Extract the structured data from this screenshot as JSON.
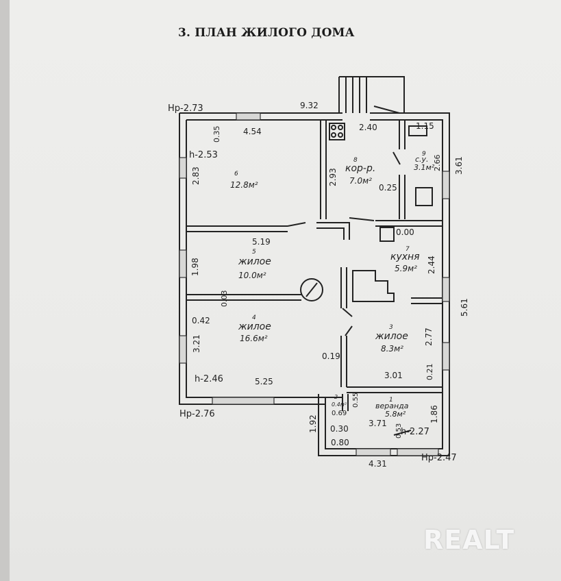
{
  "title": "3. ПЛАН ЖИЛОГО ДОМА",
  "watermark": "REALT",
  "levels": {
    "top_left": "Нр-2.73",
    "bottom_left": "Нр-2.76",
    "bottom_right": "Нр-2.47"
  },
  "heights": {
    "room6": "h-2.53",
    "room4": "h-2.46",
    "veranda": "h-2.27"
  },
  "dimensions": {
    "top_total": "9.32",
    "room6_width": "4.54",
    "room6_wall": "0.35",
    "room6_height": "2.83",
    "corridor_width": "2.40",
    "corridor_height": "2.93",
    "corridor_partition": "0.25",
    "wc_width": "1.15",
    "wc_height": "2.66",
    "right_upper": "3.61",
    "kitchen_door": "0.00",
    "room5_width": "5.19",
    "room5_height": "1.98",
    "wall_003": "0.03",
    "kitchen_height": "2.44",
    "right_total": "5.61",
    "room4_wall": "0.42",
    "room4_height": "3.21",
    "room4_partition": "0.19",
    "room3_height": "2.77",
    "room3_width": "3.01",
    "room3_wall": "0.21",
    "room4_width": "5.25",
    "porch_step": "0.55",
    "closet_width": "0.69",
    "veranda_width": "3.71",
    "veranda_height": "1.86",
    "veranda_left": "1.92",
    "veranda_wall_030": "0.30",
    "veranda_door": "0.80",
    "veranda_053": "0.53",
    "bottom_total": "4.31"
  },
  "rooms": [
    {
      "id": "6",
      "name": "",
      "area": "12.8м²"
    },
    {
      "id": "8",
      "name": "кор-р.",
      "area": "7.0м²"
    },
    {
      "id": "9",
      "name": "с.у.",
      "area": "3.1м²"
    },
    {
      "id": "5",
      "name": "жилое",
      "area": "10.0м²"
    },
    {
      "id": "7",
      "name": "кухня",
      "area": "5.9м²"
    },
    {
      "id": "4",
      "name": "жилое",
      "area": "16.6м²"
    },
    {
      "id": "3",
      "name": "жилое",
      "area": "8.3м²"
    },
    {
      "id": "2",
      "name": "",
      "area": "0.4м²"
    },
    {
      "id": "1",
      "name": "веранда",
      "area": "5.8м²"
    }
  ]
}
